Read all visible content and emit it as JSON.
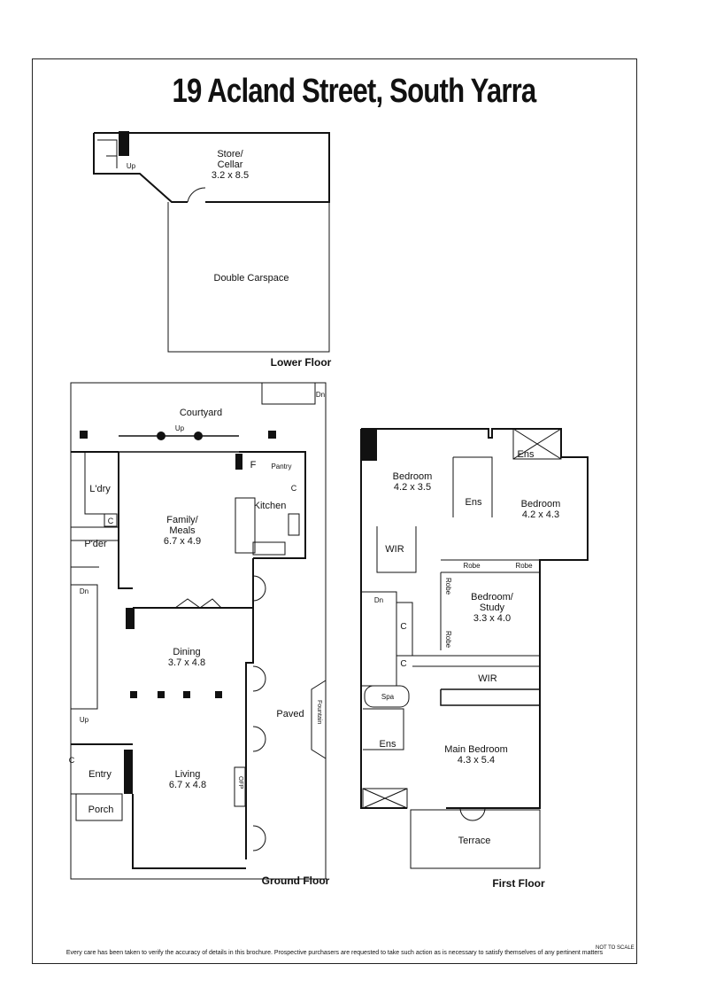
{
  "title": "19 Acland Street, South Yarra",
  "floors": {
    "lower": {
      "caption": "Lower Floor",
      "rooms": [
        {
          "key": "store",
          "label": "Store/\nCellar\n3.2 x 8.5"
        },
        {
          "key": "carspace",
          "label": "Double Carspace"
        },
        {
          "key": "up",
          "label": "Up"
        }
      ]
    },
    "ground": {
      "caption": "Ground Floor",
      "rooms": [
        {
          "key": "courtyard",
          "label": "Courtyard"
        },
        {
          "key": "dn_top",
          "label": "Dn"
        },
        {
          "key": "up_courtyard",
          "label": "Up"
        },
        {
          "key": "pantry",
          "label": "Pantry"
        },
        {
          "key": "f",
          "label": "F"
        },
        {
          "key": "c1",
          "label": "C"
        },
        {
          "key": "ldry",
          "label": "L'dry"
        },
        {
          "key": "c2",
          "label": "C"
        },
        {
          "key": "family",
          "label": "Family/\nMeals\n6.7 x 4.9"
        },
        {
          "key": "kitchen",
          "label": "Kitchen"
        },
        {
          "key": "pder",
          "label": "P'der"
        },
        {
          "key": "dn_stair",
          "label": "Dn"
        },
        {
          "key": "dining",
          "label": "Dining\n3.7 x 4.8"
        },
        {
          "key": "up_stair",
          "label": "Up"
        },
        {
          "key": "paved",
          "label": "Paved"
        },
        {
          "key": "fountain",
          "label": "Fountain"
        },
        {
          "key": "c3",
          "label": "C"
        },
        {
          "key": "entry",
          "label": "Entry"
        },
        {
          "key": "living",
          "label": "Living\n6.7 x 4.8"
        },
        {
          "key": "ofp",
          "label": "OFP"
        },
        {
          "key": "porch",
          "label": "Porch"
        }
      ]
    },
    "first": {
      "caption": "First Floor",
      "rooms": [
        {
          "key": "ens1",
          "label": "Ens"
        },
        {
          "key": "bed1",
          "label": "Bedroom\n4.2 x 3.5"
        },
        {
          "key": "ens2",
          "label": "Ens"
        },
        {
          "key": "bed2",
          "label": "Bedroom\n4.2 x 4.3"
        },
        {
          "key": "wir1",
          "label": "WIR"
        },
        {
          "key": "robe1",
          "label": "Robe"
        },
        {
          "key": "robe2",
          "label": "Robe"
        },
        {
          "key": "robe3",
          "label": "Robe"
        },
        {
          "key": "study",
          "label": "Bedroom/\nStudy\n3.3 x 4.0"
        },
        {
          "key": "dn",
          "label": "Dn"
        },
        {
          "key": "c4",
          "label": "C"
        },
        {
          "key": "robe4",
          "label": "Robe"
        },
        {
          "key": "c5",
          "label": "C"
        },
        {
          "key": "wir2",
          "label": "WIR"
        },
        {
          "key": "spa",
          "label": "Spa"
        },
        {
          "key": "ens3",
          "label": "Ens"
        },
        {
          "key": "main",
          "label": "Main Bedroom\n4.3 x 5.4"
        },
        {
          "key": "terrace",
          "label": "Terrace"
        }
      ]
    }
  },
  "disclaimer": "Every care has been taken to verify the accuracy of details in this brochure. Prospective purchasers are requested to take such action as is necessary to satisfy themselves of any pertinent matters",
  "not_to_scale": "NOT TO SCALE"
}
